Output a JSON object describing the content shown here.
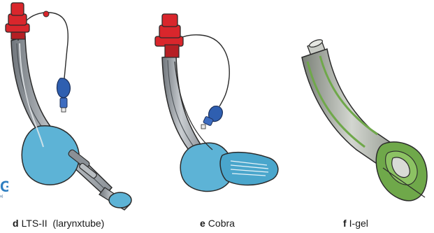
{
  "panels": [
    {
      "id": "d",
      "letter": "d",
      "name": "LTS-II  (larynxtube)"
    },
    {
      "id": "e",
      "letter": "e",
      "name": "Cobra"
    },
    {
      "id": "f",
      "letter": "f",
      "name": "I-gel"
    }
  ],
  "edge_fragment": {
    "glyph": "G",
    "small_text": "a)"
  },
  "colors": {
    "background": "#ffffff",
    "connector_red": "#d9262c",
    "tube_grey": "#9aa0a6",
    "cuff_blue": "#5db3d6",
    "pilot_blue": "#2f5fb0",
    "gel_green": "#6fa84a",
    "outline": "#2b2b2b"
  }
}
